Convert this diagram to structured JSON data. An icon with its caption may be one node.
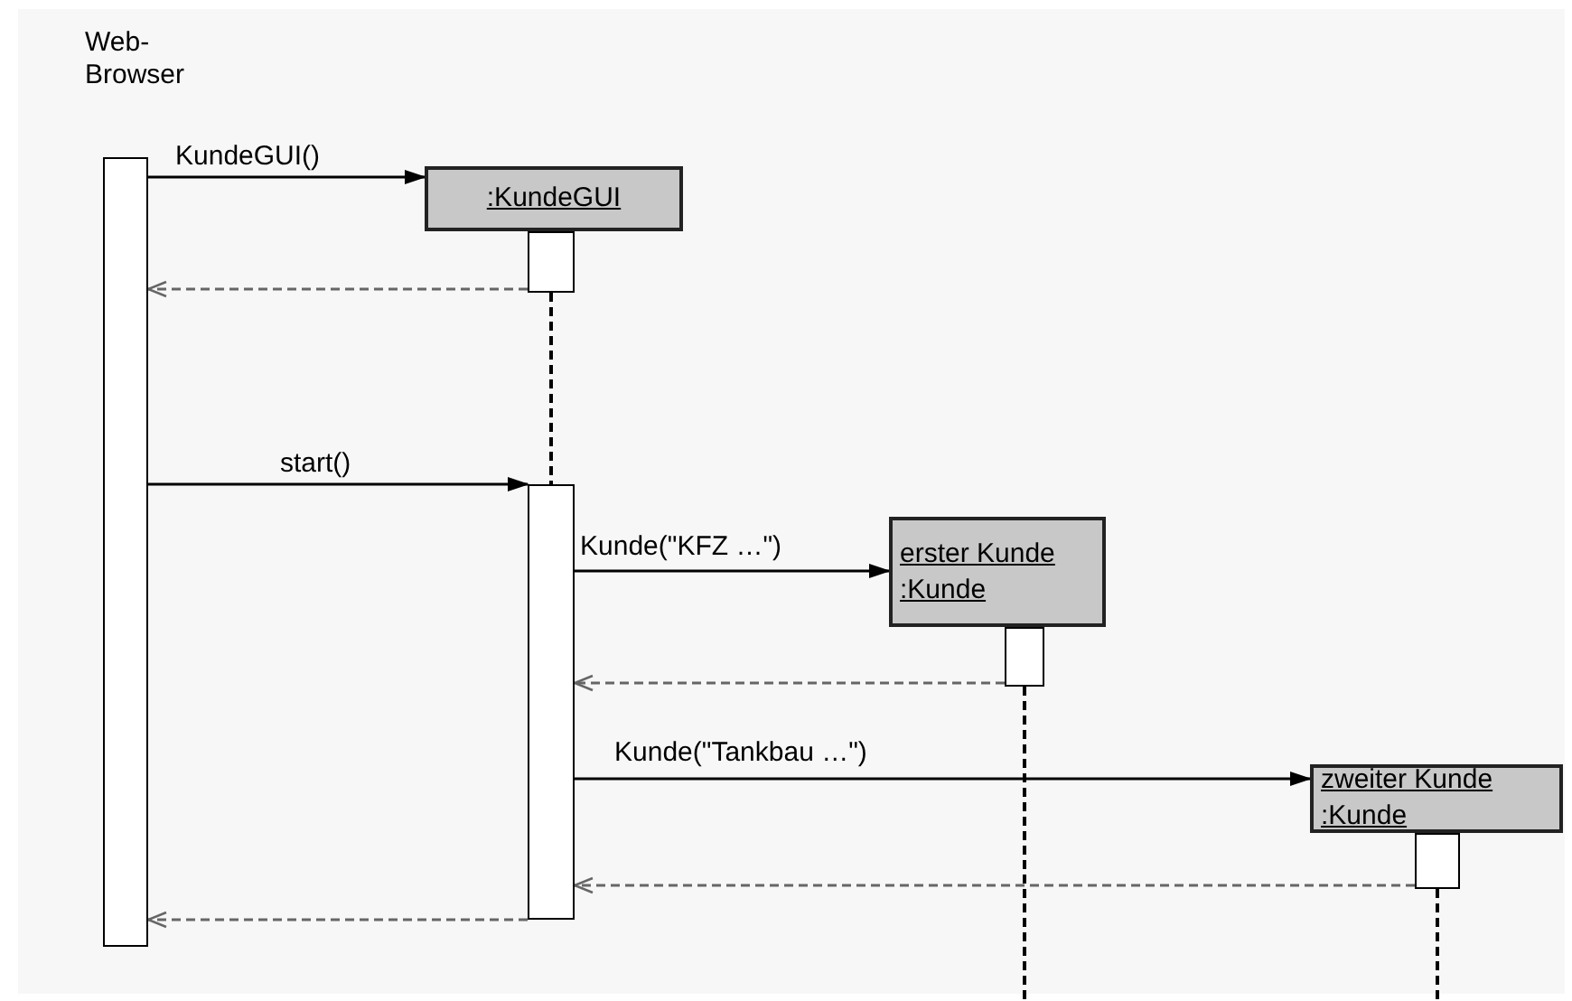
{
  "diagram": {
    "nodes": [
      {
        "text": [
          "Web-Browser"
        ]
      },
      {
        "text": [
          ":KundeGUI"
        ]
      },
      {
        "text": [],
        "shape": "box"
      },
      {
        "text": [],
        "shape": "box"
      },
      {
        "text": [
          "erster Kunde",
          ":Kunde"
        ]
      },
      {
        "text": [],
        "shape": "box"
      },
      {
        "text": [
          "zweiter Kunde",
          ":Kunde"
        ]
      },
      {
        "text": [],
        "shape": "box"
      }
    ],
    "edges": [
      {
        "from": 0,
        "to": 1,
        "arrow": "to",
        "label": "KundeGUI()"
      },
      {
        "from": 2,
        "to": 0,
        "arrow": "to",
        "style": "dashed",
        "color": "#666666"
      },
      {
        "from": 2,
        "to": 3,
        "arrow": "none",
        "style": "dashed"
      },
      {
        "from": 0,
        "to": 3,
        "arrow": "to",
        "label": "start()"
      },
      {
        "from": 3,
        "to": 4,
        "arrow": "to",
        "label": "Kunde(\"KFZ …\")"
      },
      {
        "from": 5,
        "to": 3,
        "arrow": "to",
        "style": "dashed",
        "color": "#666666"
      },
      {
        "from": 5,
        "to": null,
        "arrow": "none",
        "style": "dashed"
      },
      {
        "from": 3,
        "to": 6,
        "arrow": "to",
        "label": "Kunde(\"Tankbau …\")"
      },
      {
        "from": 7,
        "to": 3,
        "arrow": "to",
        "style": "dashed",
        "color": "#666666"
      },
      {
        "from": 3,
        "to": 0,
        "arrow": "to",
        "style": "dashed",
        "color": "#666666"
      },
      {
        "from": 7,
        "to": null,
        "arrow": "none",
        "style": "dashed"
      }
    ]
  }
}
